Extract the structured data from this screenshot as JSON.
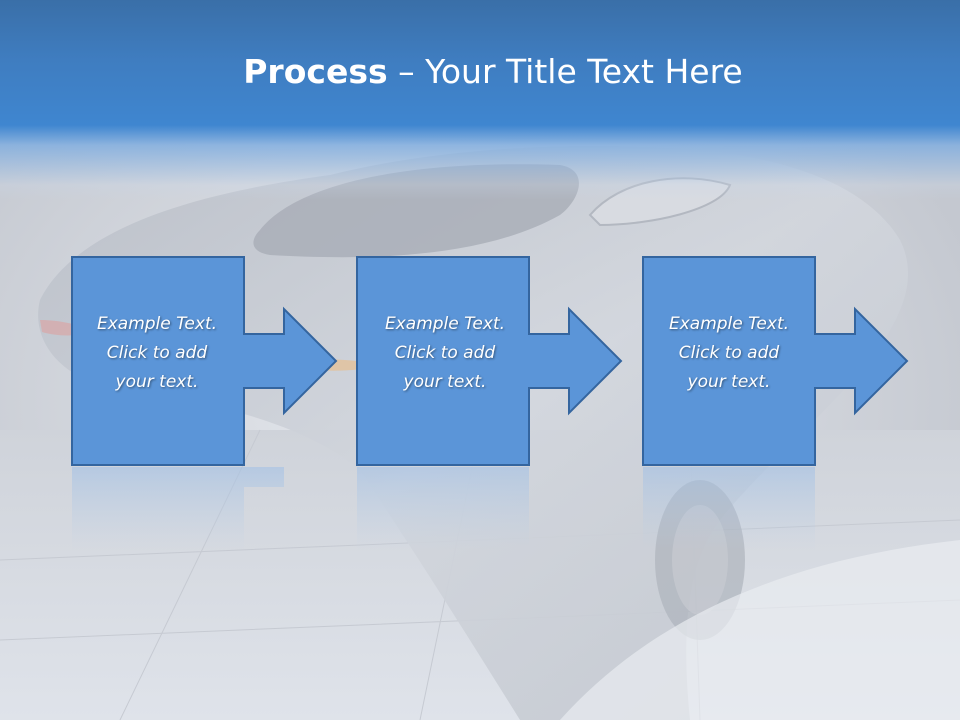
{
  "title": {
    "bold": "Process",
    "rest": " – Your Title Text Here"
  },
  "steps": [
    {
      "line1": "Example Text.",
      "line2": "Click  to add",
      "line3": "your text."
    },
    {
      "line1": "Example Text.",
      "line2": "Click  to add",
      "line3": "your text."
    },
    {
      "line1": "Example Text.",
      "line2": "Click  to add",
      "line3": "your text."
    }
  ],
  "colors": {
    "header_blue": "#3f7dc0",
    "shape_fill": "#5b95d8",
    "shape_stroke": "#34659f",
    "text": "#ffffff"
  }
}
